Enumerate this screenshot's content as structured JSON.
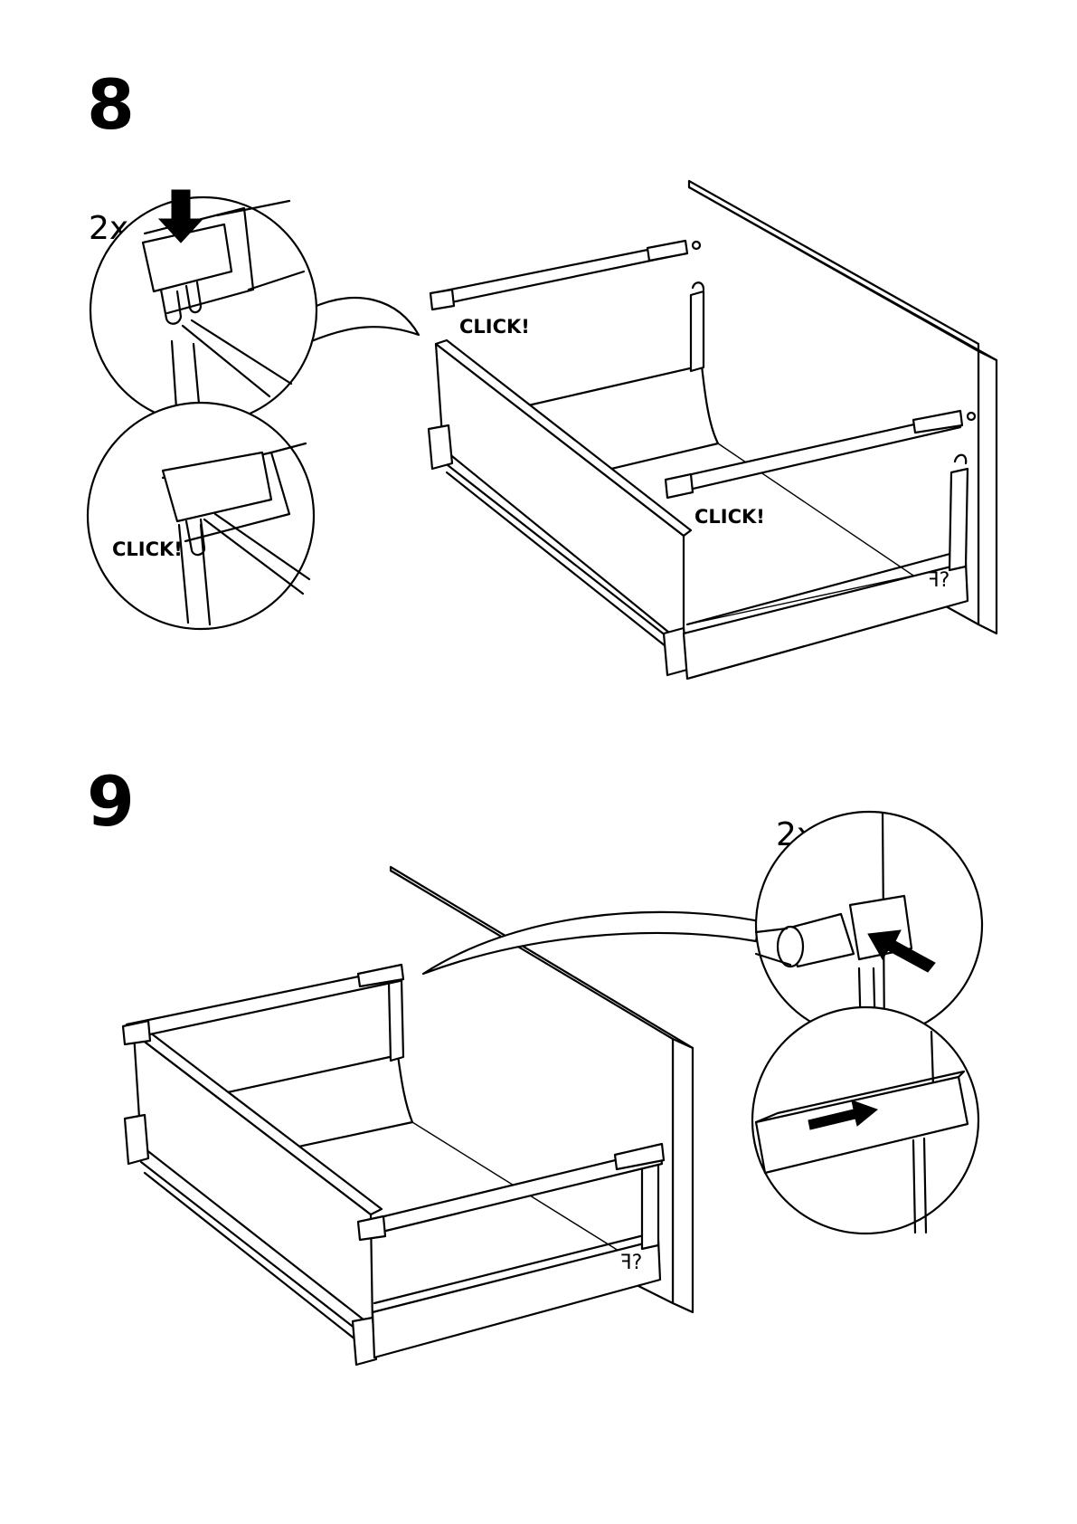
{
  "steps": [
    {
      "number": "8",
      "detail_quantity": "2x",
      "click_labels": [
        "CLICK!",
        "CLICK!",
        "CLICK!"
      ]
    },
    {
      "number": "9",
      "detail_quantity": "2x"
    }
  ]
}
